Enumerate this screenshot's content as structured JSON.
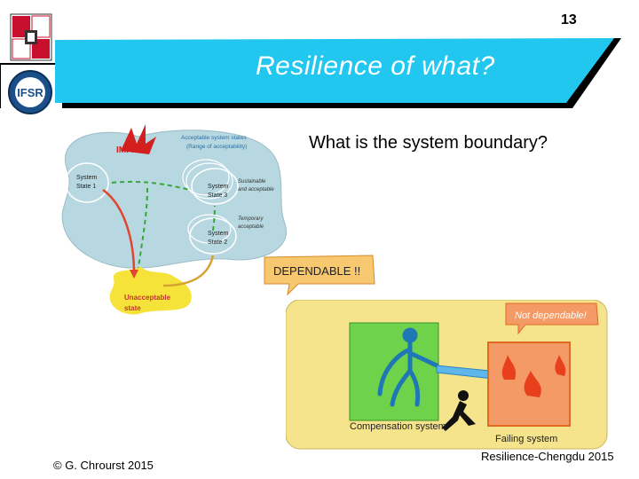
{
  "slide": {
    "number": "13",
    "title": "Resilience of what?",
    "question": "What is the system boundary?"
  },
  "footer": {
    "left": "© G. Chrourst 2015",
    "right": "Resilience-Chengdu 2015"
  },
  "logos": {
    "top": "university-crest-icon",
    "bottom": "IFSR"
  },
  "state_diagram": {
    "impact": "IMPACT",
    "acceptable_states": "Acceptable system states",
    "acceptable_range": "(Range of acceptability)",
    "state_1": [
      "System",
      "State 1"
    ],
    "state_3": [
      "System",
      "State 3"
    ],
    "state_2": [
      "System",
      "State 2"
    ],
    "sustainable": [
      "Sustainable",
      "and acceptable"
    ],
    "temporary": [
      "Temporary",
      "acceptable"
    ],
    "unacceptable": [
      "Unacceptable",
      "state"
    ]
  },
  "callouts": {
    "dependable": "DEPENDABLE !!",
    "not_dependable": "Not dependable!"
  },
  "fire_diagram": {
    "compensation": "Compensation system",
    "failing": "Failing system"
  },
  "colors": {
    "banner_blue": "#22c7f0",
    "banner_shadow": "#000000",
    "blob": "#b7d8e0",
    "unacceptable": "#f6e33a",
    "callout": "#f7c870",
    "panel": "#f6e48c",
    "green_box": "#6ed34a",
    "orange_box": "#f39a66"
  }
}
